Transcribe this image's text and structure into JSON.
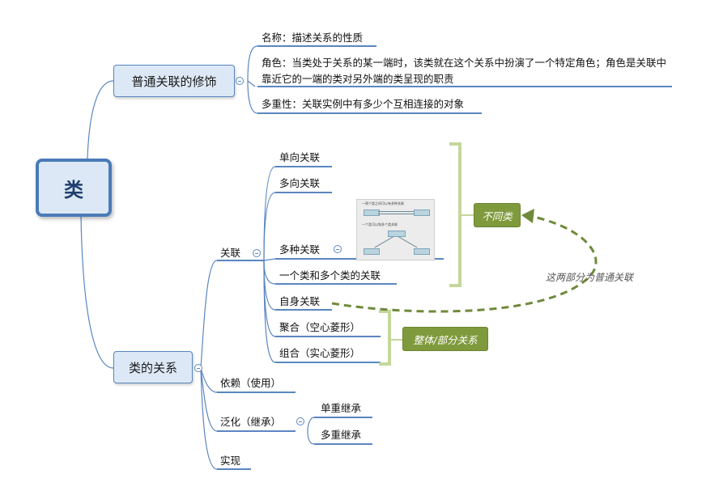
{
  "root": {
    "label": "类"
  },
  "modifiers": {
    "label": "普通关联的修饰",
    "items": [
      "名称：描述关系的性质",
      "角色：当类处于关系的某一端时，该类就在这个关系中扮演了一个特定角色；角色是关联中靠近它的一端的类对另外端的类呈现的职责",
      "多重性：关联实例中有多少个互相连接的对象"
    ]
  },
  "relations": {
    "label": "类的关系",
    "association": {
      "label": "关联",
      "items": [
        "单向关联",
        "多向关联",
        "多种关联",
        "一个类和多个类的关联",
        "自身关联",
        "聚合（空心菱形）",
        "组合（实心菱形）"
      ]
    },
    "dependency": "依赖（使用）",
    "generalization": {
      "label": "泛化（继承）",
      "items": [
        "单重继承",
        "多重继承"
      ]
    },
    "realization": "实现"
  },
  "callouts": {
    "different_class": "不同类",
    "whole_part": "整体/部分关系",
    "note": "这两部分为普通关联"
  },
  "thumbnail": {
    "caption_top": "一两个类之间可以有多种关联",
    "caption_bottom": "一个类可以和多个类关联"
  },
  "colors": {
    "line": "#5a86c0",
    "topic_fill": "#dde8f6",
    "root_border": "#4a7bb7",
    "bracket": "#c4d79b",
    "callout": "#7f9a3c",
    "dashed": "#6f8a3a"
  }
}
